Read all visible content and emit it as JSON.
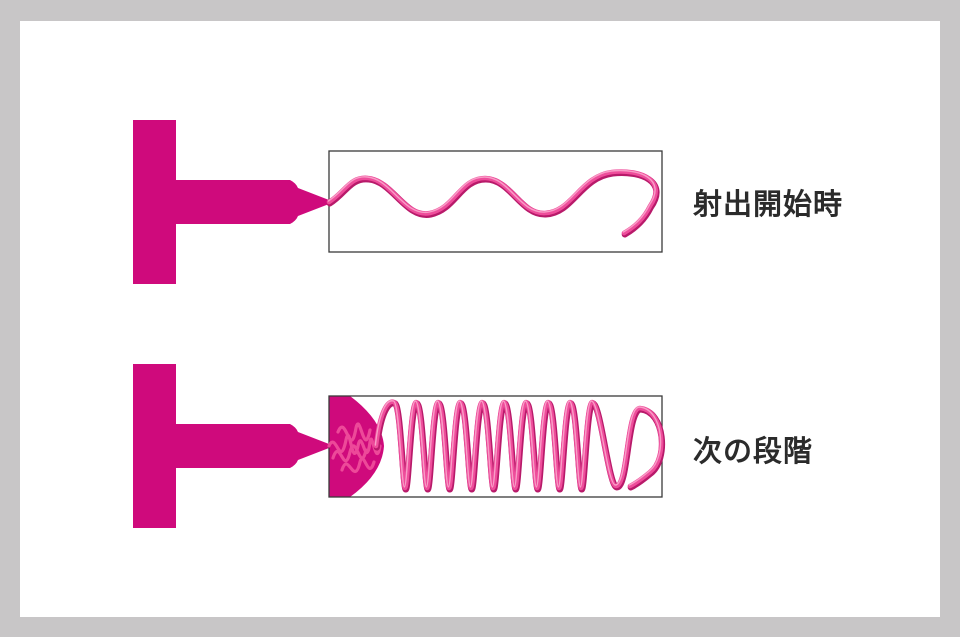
{
  "colors": {
    "frame": "#c8c6c7",
    "panel": "#ffffff",
    "nozzle": "#cf0a7c",
    "strand": "#ee4d9b",
    "strand_highlight": "#f9a6cc",
    "strand_shadow": "#b81a6a",
    "box_stroke": "#3a3a3a",
    "label": "#2b2b2b"
  },
  "icons": [
    "injection-nozzle-icon",
    "extruded-strand-icon"
  ],
  "stages": [
    {
      "label": "射出開始時",
      "strand": "loose-wave",
      "compressed_mass": false
    },
    {
      "label": "次の段階",
      "strand": "tight-folds",
      "compressed_mass": true
    }
  ]
}
